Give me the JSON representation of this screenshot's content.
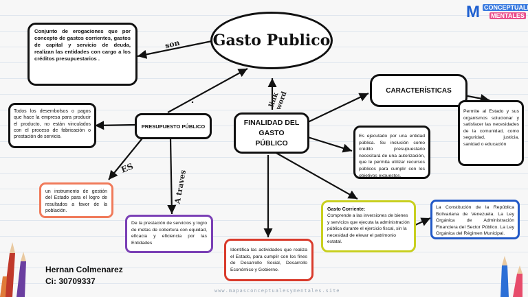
{
  "title": "Gasto Publico",
  "logo": {
    "mark": "M",
    "line1": "CONCEPTUALES",
    "line2": "MENTALES"
  },
  "definition": "Conjunto de erogaciones que por concepto de gastos corrientes, gastos de capital y servicio de deuda, realizan las entidades con cargo a los créditos presupuestarios .",
  "connectors": {
    "son": "son",
    "link_word": "link word",
    "es": "ES",
    "a_traves": "A traves"
  },
  "presupuesto": {
    "title": "PRESUPUESTO PÚBLICO",
    "left_note": "Todos los desembolsos o pagos que hace la empresa para producir el producto, no están vinculados con el proceso de fabricación o prestación de servicio.",
    "es_text": "un instrumento de gestión del Estado para el logro de resultados a favor de la población.",
    "traves_text": "De la prestación de servicios y logro de metas de cobertura con equidad, eficacia y eficiencia por las Entidades"
  },
  "finalidad": {
    "title": "FINALIDAD DEL GASTO PÚBLICO",
    "bottom_text": "Identifica las actividades que realiza el Estado, para cumplir con los fines de Desarrollo Social, Desarrollo Económico y Gobierno."
  },
  "caracteristicas": {
    "title": "CARACTERÍSTICAS",
    "text": "Permite al Estado y sus organismos solucionar y satisfacer las necesidades de la comunidad, como seguridad, justicia, sanidad o educación"
  },
  "ejecutado": "Es ejecutado por una entidad pública. Su inclusión como crédito presupuestario necesitará de una autorización, que le permita utilizar recursos públicos para cumplir con los objetivos expuestos.",
  "gasto_corriente": {
    "title": "Gasto Corriente:",
    "text": "Comprende a las inversiones de bienes y servicios que ejecuta la administración pública durante el ejercicio fiscal, sin la necesidad de elevar el patrimonio estatal."
  },
  "constitucion": "La Constitución de la República Bolivariana de Venezuela. La Ley Orgánica de Administración Financiera del Sector Público. La Ley Orgánica del Régimen Municipal.",
  "author": {
    "name": "Hernan Colmenarez",
    "id": "Ci: 30709337"
  },
  "footer": "www.mapasconceptualesymentales.site",
  "colors": {
    "red": "#d93a2b",
    "orange": "#f08a3a",
    "purple": "#7a3fb5",
    "yellow_green": "#c8cf1f",
    "blue": "#2259c7",
    "dark": "#111111"
  }
}
